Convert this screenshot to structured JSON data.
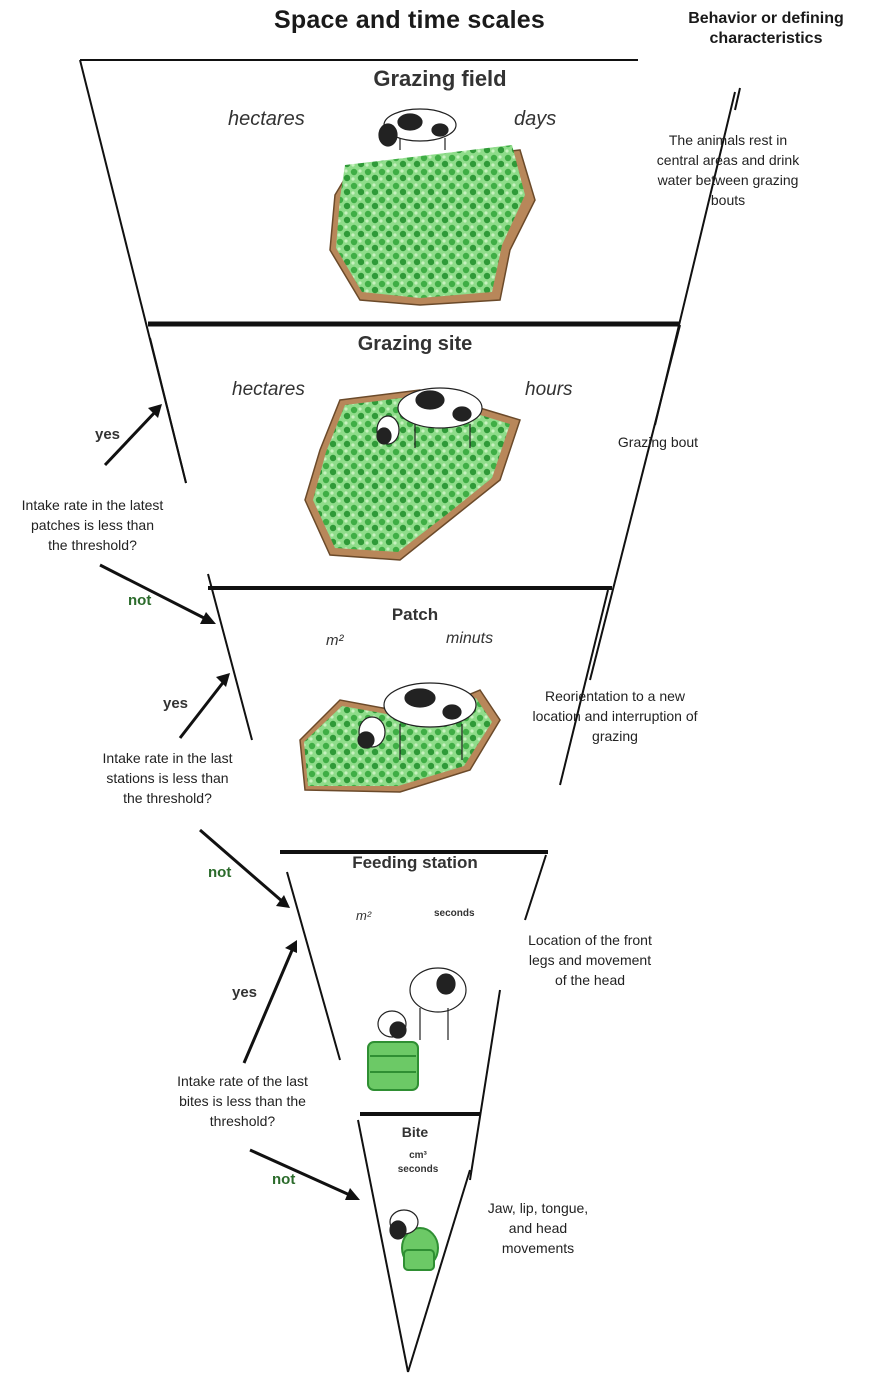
{
  "header": {
    "title": "Space and time scales",
    "right_title_line1": "Behavior or defining",
    "right_title_line2": "characteristics"
  },
  "levels": {
    "grazing_field": {
      "name": "Grazing field",
      "space": "hectares",
      "time": "days"
    },
    "grazing_site": {
      "name": "Grazing site",
      "space": "hectares",
      "time": "hours"
    },
    "patch": {
      "name": "Patch",
      "space": "m²",
      "time": "minuts"
    },
    "feeding_station": {
      "name": "Feeding station",
      "space": "m²",
      "time": "seconds"
    },
    "bite": {
      "name": "Bite",
      "space": "cm³",
      "time": "seconds"
    }
  },
  "behaviors": {
    "grazing_field": [
      "The animals rest in",
      "central areas and drink",
      "water between grazing",
      "bouts"
    ],
    "grazing_site": [
      "Grazing bout"
    ],
    "patch": [
      "Reorientation to a new",
      "location and interruption of",
      "grazing"
    ],
    "feeding_station": [
      "Location of the front",
      "legs and movement",
      "of the head"
    ],
    "bite": [
      "Jaw, lip, tongue,",
      "and head",
      "movements"
    ]
  },
  "decisions": {
    "q1": [
      "Intake rate in the latest",
      "patches is less than",
      "the threshold?"
    ],
    "q2": [
      "Intake rate in the last",
      "stations is less than",
      "the threshold?"
    ],
    "q3": [
      "Intake rate of the last",
      "bites is less than the",
      "threshold?"
    ],
    "yes_label": "yes",
    "not_label": "not"
  },
  "colors": {
    "grass": "#5cc45a",
    "grass_dark": "#2f8f33",
    "soil": "#b8875a",
    "line": "#111111"
  }
}
